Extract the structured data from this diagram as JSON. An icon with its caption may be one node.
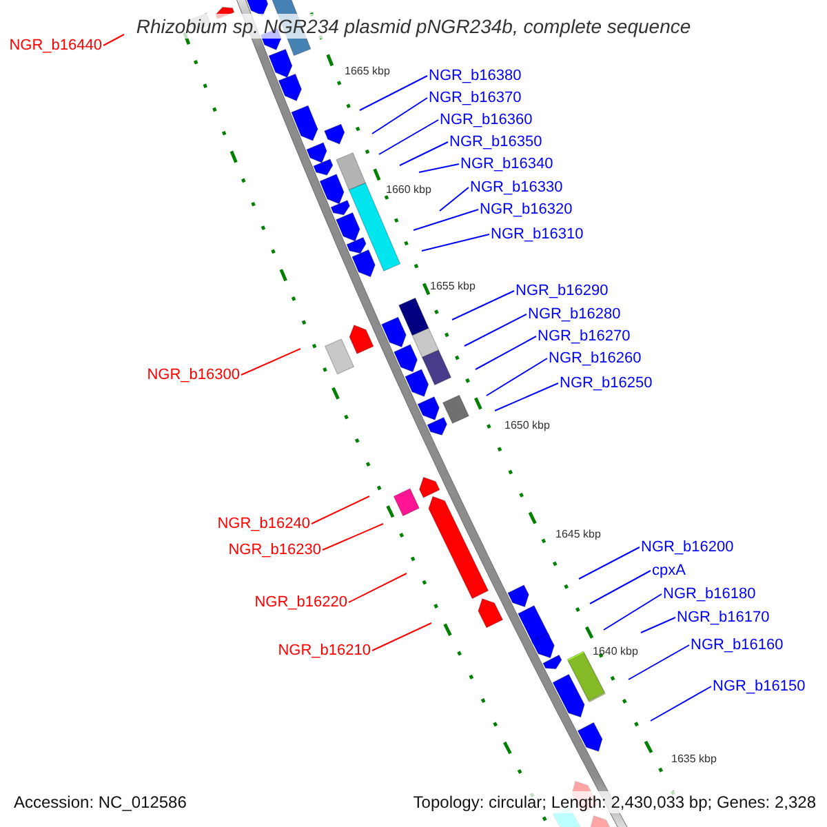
{
  "diagram": {
    "title": "Rhizobium sp. NGR234 plasmid pNGR234b, complete sequence",
    "nodes": [
      {
        "text": [
          "NGR_b16440"
        ]
      },
      {
        "text": [
          "NGR_b16380"
        ]
      },
      {
        "text": [
          "NGR_b16370"
        ]
      },
      {
        "text": [
          "NGR_b16360"
        ]
      },
      {
        "text": [
          "NGR_b16350"
        ]
      },
      {
        "text": [
          "NGR_b16340"
        ]
      },
      {
        "text": [
          "NGR_b16330"
        ]
      },
      {
        "text": [
          "NGR_b16320"
        ]
      },
      {
        "text": [
          "NGR_b16310"
        ]
      },
      {
        "text": [
          "NGR_b16290"
        ]
      },
      {
        "text": [
          "NGR_b16280"
        ]
      },
      {
        "text": [
          "NGR_b16270"
        ]
      },
      {
        "text": [
          "NGR_b16260"
        ]
      },
      {
        "text": [
          "NGR_b16300"
        ]
      },
      {
        "text": [
          "NGR_b16250"
        ]
      },
      {
        "text": [
          "NGR_b16240"
        ]
      },
      {
        "text": [
          "NGR_b16200"
        ]
      },
      {
        "text": [
          "NGR_b16230"
        ]
      },
      {
        "text": [
          "cpxA"
        ]
      },
      {
        "text": [
          "NGR_b16180"
        ]
      },
      {
        "text": [
          "NGR_b16220"
        ]
      },
      {
        "text": [
          "NGR_b16170"
        ]
      },
      {
        "text": [
          "NGR_b16160"
        ]
      },
      {
        "text": [
          "NGR_b16210"
        ]
      },
      {
        "text": [
          "NGR_b16150"
        ]
      }
    ],
    "edges": [
      {
        "from": 0,
        "to": null,
        "arrow": "none",
        "color": "#ff0000"
      },
      {
        "from": 1,
        "to": null,
        "arrow": "none"
      },
      {
        "from": 2,
        "to": null,
        "arrow": "none"
      },
      {
        "from": 3,
        "to": null,
        "arrow": "none"
      },
      {
        "from": 4,
        "to": null,
        "arrow": "none"
      },
      {
        "from": 5,
        "to": null,
        "arrow": "none"
      },
      {
        "from": 6,
        "to": null,
        "arrow": "none"
      },
      {
        "from": 7,
        "to": null,
        "arrow": "none"
      },
      {
        "from": 8,
        "to": null,
        "arrow": "none"
      },
      {
        "from": 9,
        "to": null,
        "arrow": "none"
      },
      {
        "from": 10,
        "to": null,
        "arrow": "none"
      },
      {
        "from": 11,
        "to": null,
        "arrow": "none"
      },
      {
        "from": 12,
        "to": null,
        "arrow": "none"
      },
      {
        "from": 13,
        "to": null,
        "arrow": "none",
        "color": "#ff0000"
      },
      {
        "from": 14,
        "to": null,
        "arrow": "none"
      },
      {
        "from": 15,
        "to": null,
        "arrow": "none",
        "color": "#ff0000"
      },
      {
        "from": 16,
        "to": null,
        "arrow": "none"
      },
      {
        "from": 17,
        "to": null,
        "arrow": "none",
        "color": "#ff0000"
      },
      {
        "from": 18,
        "to": null,
        "arrow": "none"
      },
      {
        "from": 19,
        "to": null,
        "arrow": "none"
      },
      {
        "from": 20,
        "to": null,
        "arrow": "none",
        "color": "#ff0000"
      },
      {
        "from": 21,
        "to": null,
        "arrow": "none"
      },
      {
        "from": 22,
        "to": null,
        "arrow": "none"
      },
      {
        "from": 23,
        "to": null,
        "arrow": "none",
        "color": "#ff0000"
      },
      {
        "from": 24,
        "to": null,
        "arrow": "none"
      }
    ],
    "labels": [
      "1665 kbp",
      "1660 kbp",
      "1655 kbp",
      "1650 kbp",
      "1645 kbp",
      "1640 kbp",
      "1635 kbp",
      "Accession: NC_012586",
      "Topology: circular; Length: 2,430,033 bp; Genes: 2,328"
    ]
  }
}
